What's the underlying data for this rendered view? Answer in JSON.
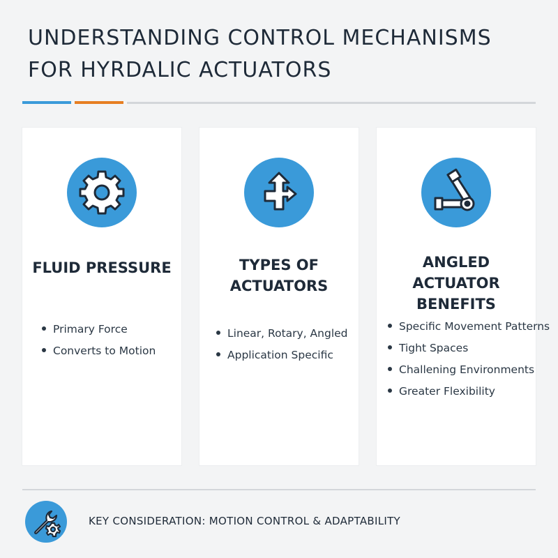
{
  "header": {
    "title_line1": "UNDERSTANDING CONTROL MECHANISMS",
    "title_line2": "FOR HYRDALIC ACTUATORS"
  },
  "colors": {
    "accent_blue": "#3a9ad9",
    "accent_orange": "#e67e22",
    "text_dark": "#1e2a38",
    "card_bg": "#ffffff",
    "page_bg": "#f3f4f5"
  },
  "cards": [
    {
      "icon": "gear-icon",
      "title_lines": [
        "FLUID PRESSURE"
      ],
      "bullets": [
        "Primary Force",
        "Converts to Motion"
      ]
    },
    {
      "icon": "directional-arrows-icon",
      "title_lines": [
        "TYPES OF",
        "ACTUATORS"
      ],
      "bullets": [
        "Linear, Rotary, Angled",
        "Application Specific"
      ]
    },
    {
      "icon": "angled-actuator-icon",
      "title_lines": [
        "ANGLED ACTUATOR",
        "BENEFITS"
      ],
      "bullets": [
        "Specific Movement Patterns",
        "Tight Spaces",
        "Challening Environments",
        "Greater Flexibility"
      ]
    }
  ],
  "footer": {
    "icon": "wrench-gear-icon",
    "text": "KEY CONSIDERATION: MOTION CONTROL & ADAPTABILITY"
  }
}
